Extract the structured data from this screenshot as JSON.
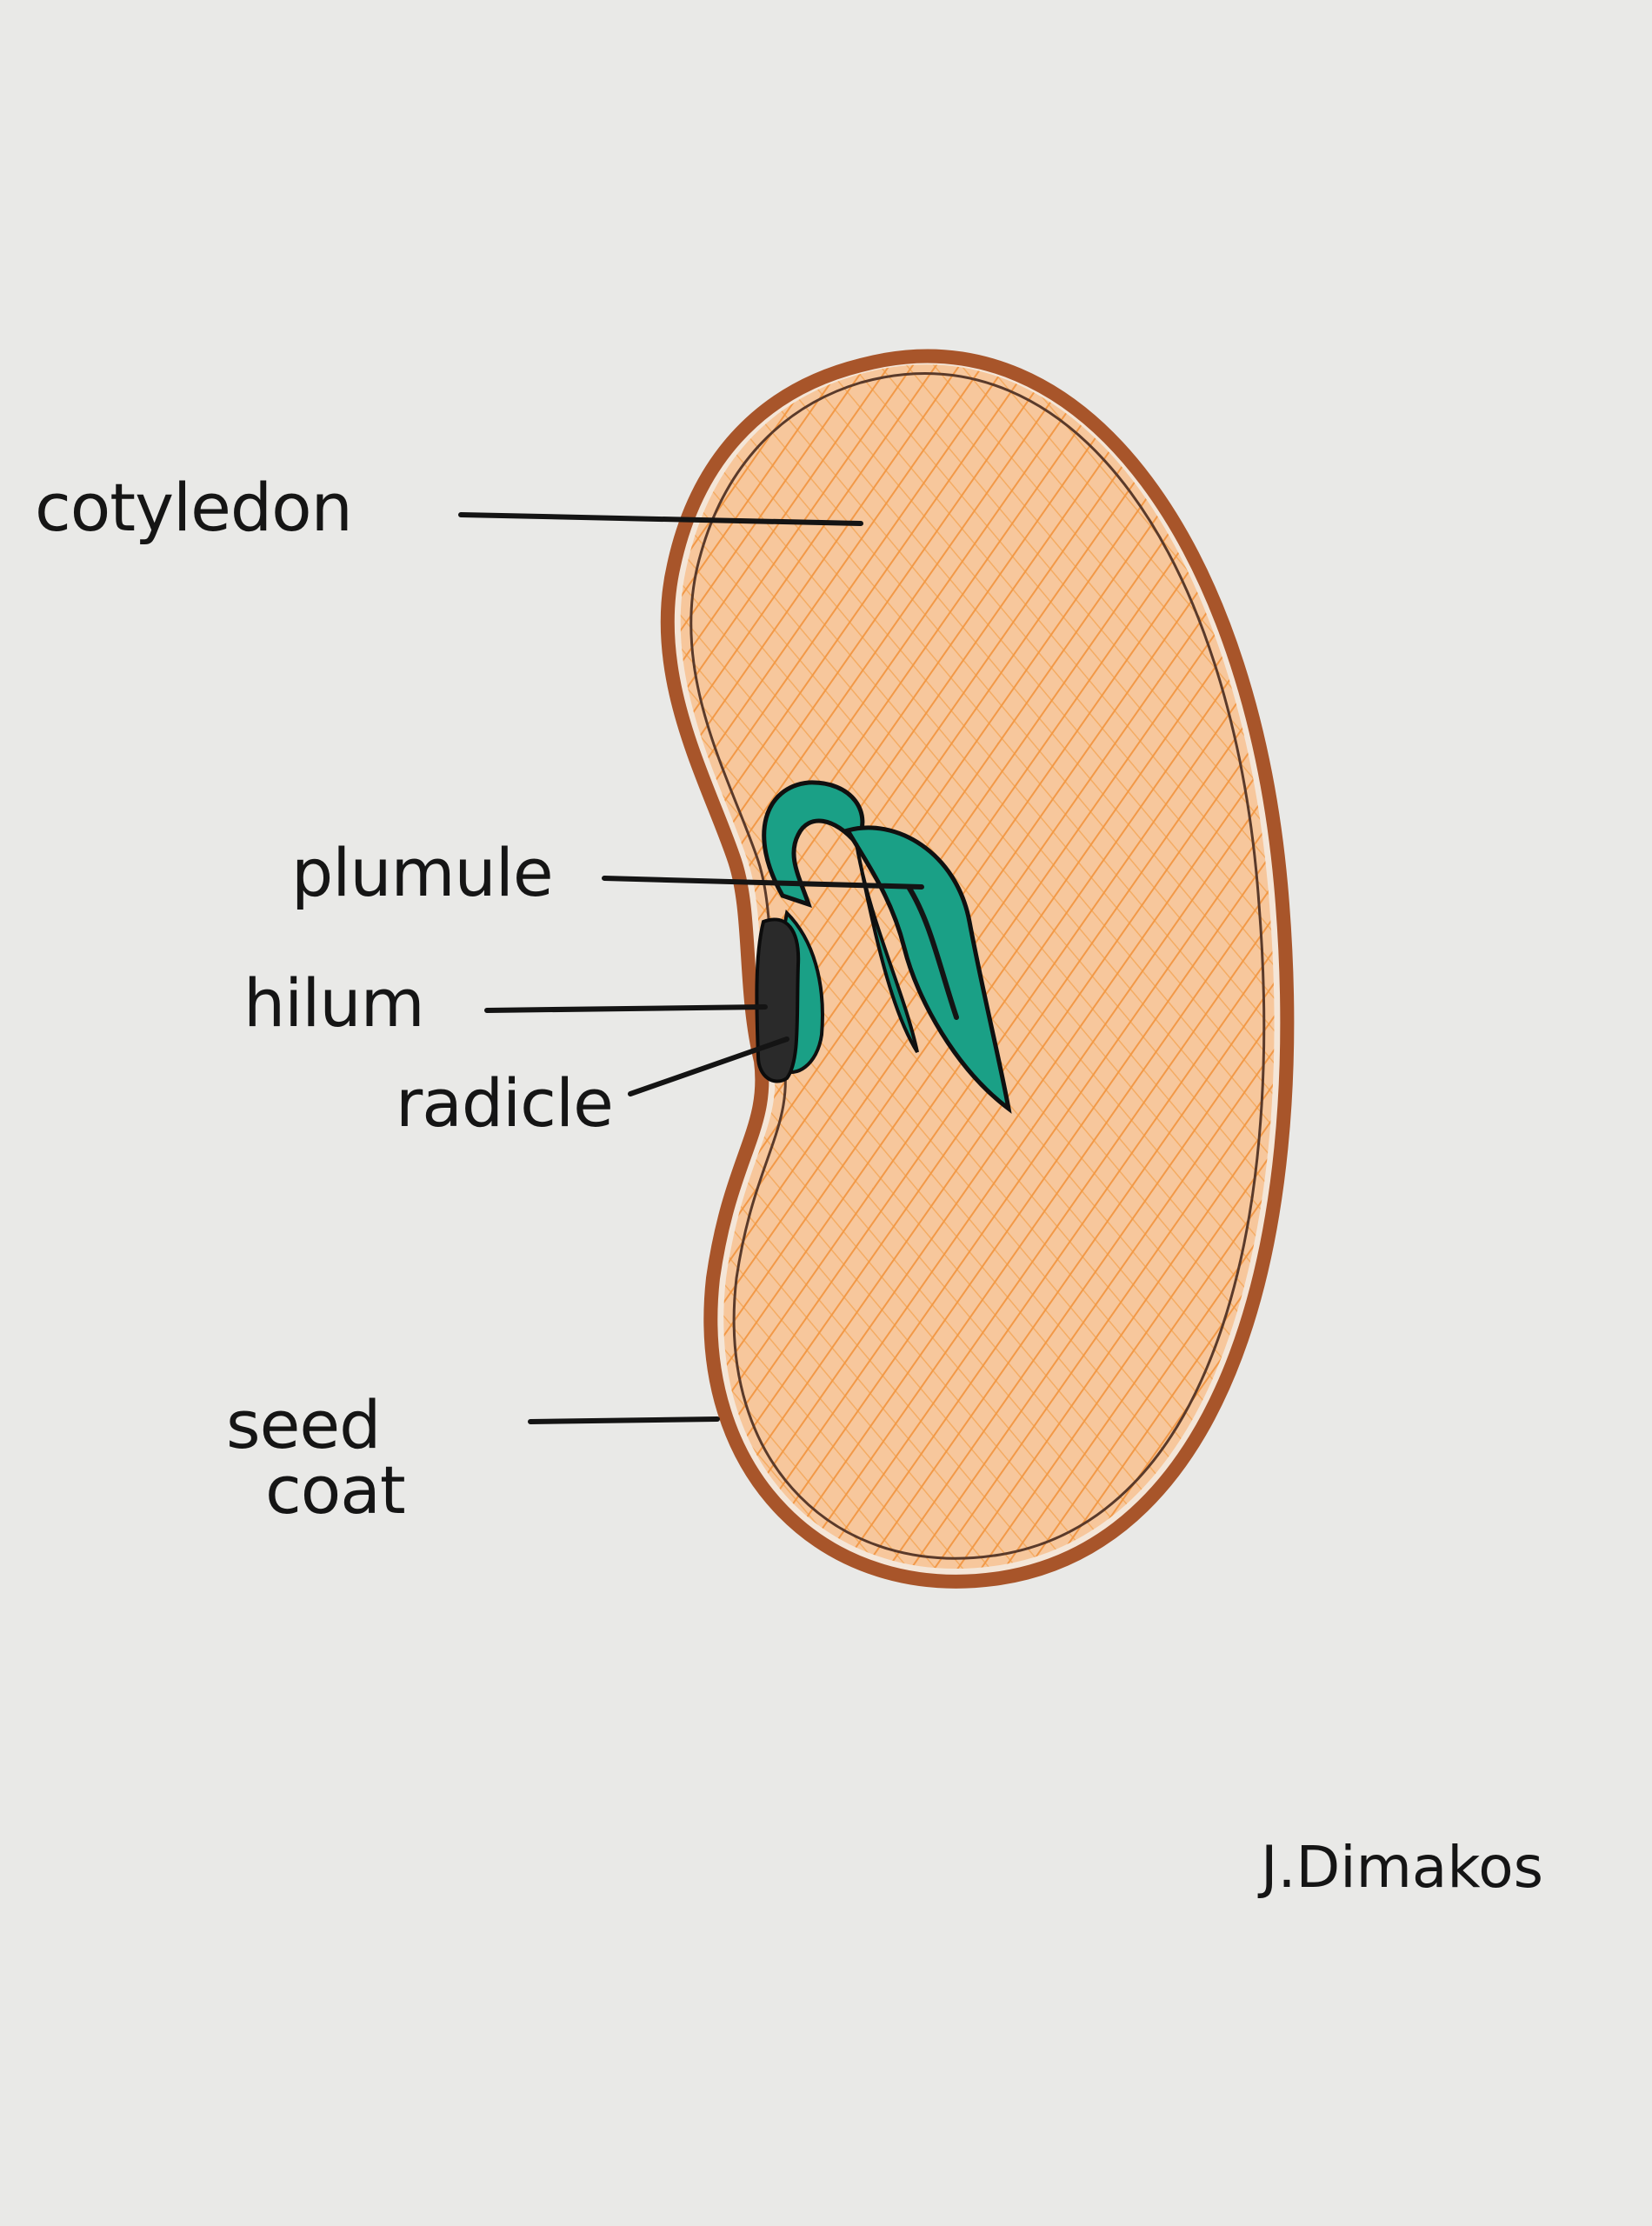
{
  "labels": {
    "cotyledon": "cotyledon",
    "plumule": "plumule",
    "hilum": "hilum",
    "radicle": "radicle",
    "seed_coat_line1": "seed",
    "seed_coat_line2": "coat"
  },
  "signature": "J.Dimakos",
  "colors": {
    "paper": "#e9e9e7",
    "seed_coat": "#a8552a",
    "cotyledon_fill": "#f5b27a",
    "cotyledon_hatch": "#f08a2c",
    "plumule": "#1aa086",
    "hilum": "#2a2a2a",
    "ink": "#141414"
  }
}
